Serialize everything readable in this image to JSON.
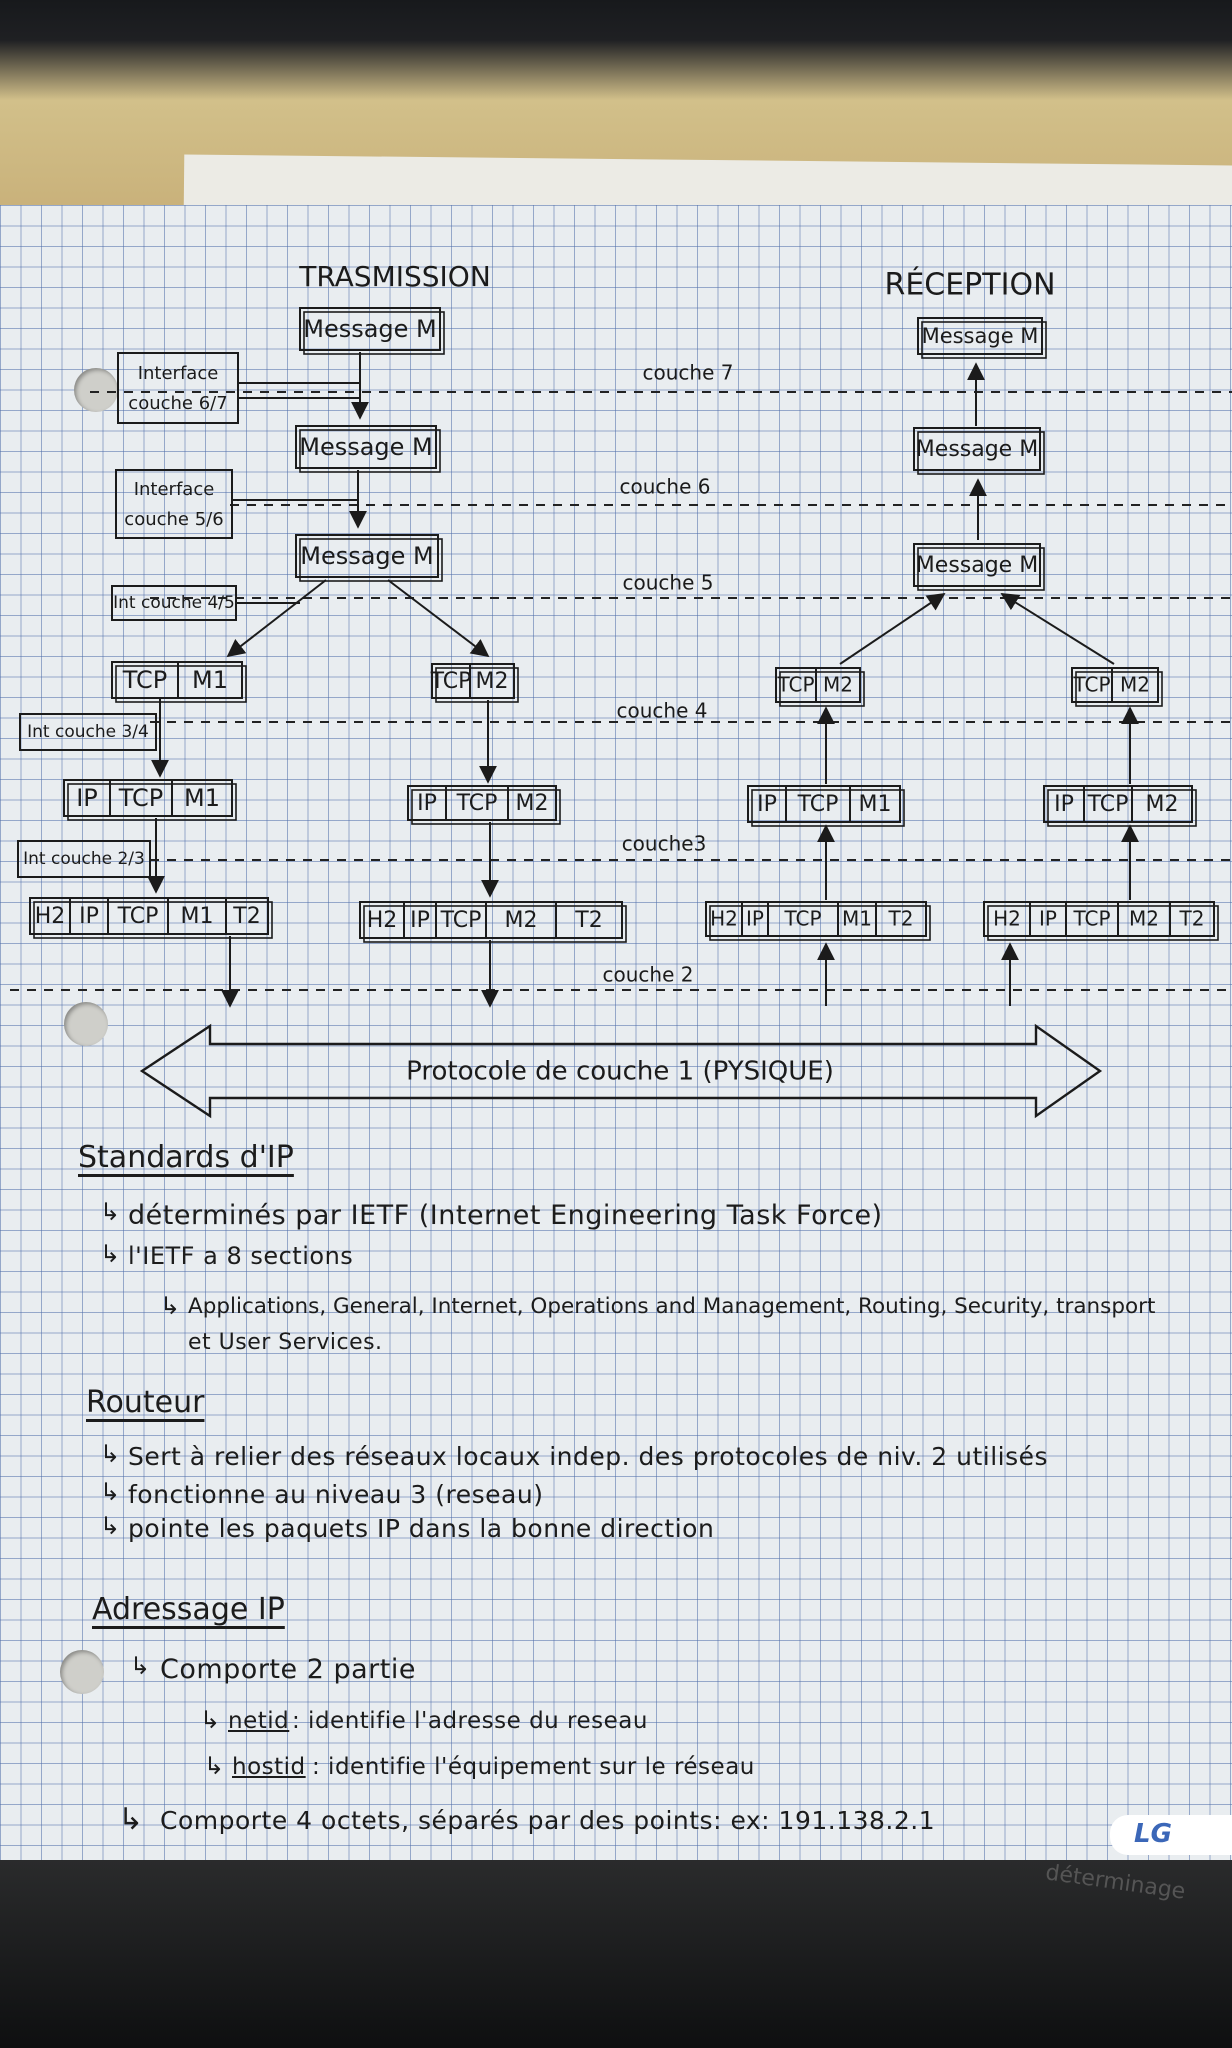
{
  "diagram": {
    "title_transmission": "TRASMISSION",
    "title_reception": "RÉCEPTION",
    "message": "Message M",
    "interfaces": {
      "i67": [
        "Interface",
        "couche 6/7"
      ],
      "i56": [
        "Interface",
        "couche 5/6"
      ],
      "i45": "Int couche 4/5",
      "i34": "Int couche 3/4",
      "i23": "Int couche 2/3"
    },
    "layers": {
      "l7": "couche 7",
      "l6": "couche 6",
      "l5": "couche 5",
      "l4": "couche 4",
      "l3": "couche3",
      "l2": "couche 2"
    },
    "tx_left": {
      "l4": [
        "TCP",
        "M1"
      ],
      "l3": [
        "IP",
        "TCP",
        "M1"
      ],
      "l2": [
        "H2",
        "IP",
        "TCP",
        "M1",
        "T2"
      ]
    },
    "tx_right": {
      "l4": [
        "TCP",
        "M2"
      ],
      "l3": [
        "IP",
        "TCP",
        "M2"
      ],
      "l2": [
        "H2",
        "IP",
        "TCP",
        "M2",
        "T2"
      ]
    },
    "rx_left": {
      "l4": [
        "TCP",
        "M2"
      ],
      "l3": [
        "IP",
        "TCP",
        "M1"
      ],
      "l2": [
        "H2",
        "IP",
        "TCP",
        "M1",
        "T2"
      ]
    },
    "rx_right": {
      "l4": [
        "TCP",
        "M2"
      ],
      "l3": [
        "IP",
        "TCP",
        "M2"
      ],
      "l2": [
        "H2",
        "IP",
        "TCP",
        "M2",
        "T2"
      ]
    },
    "physical": "Protocole de couche 1 (PYSIQUE)"
  },
  "notes": {
    "standards": {
      "title": "Standards d'IP",
      "lines": [
        "déterminés par IETF (Internet Engineering Task Force)",
        "l'IETF a 8 sections",
        "Applications, General, Internet, Operations and Management, Routing, Security, transport",
        "et User Services."
      ]
    },
    "routeur": {
      "title": "Routeur",
      "lines": [
        "Sert à relier des réseaux locaux indep. des protocoles de niv. 2 utilisés",
        "fonctionne au niveau 3 (reseau)",
        "pointe les paquets IP dans la bonne direction"
      ]
    },
    "adressage": {
      "title": "Adressage IP",
      "lines": [
        "Comporte 2 partie",
        "netid",
        ": identifie l'adresse du reseau",
        "hostid",
        ": identifie l'équipement sur le réseau",
        "Comporte 4 octets, séparés par des points: ex: 191.138.2.1"
      ]
    }
  },
  "decor": {
    "brand": "LG",
    "under_note": "déterminage"
  },
  "colors": {
    "ink": "#1b1b1b",
    "grid": "#6e8cc4",
    "paper": "#e9edf0"
  }
}
